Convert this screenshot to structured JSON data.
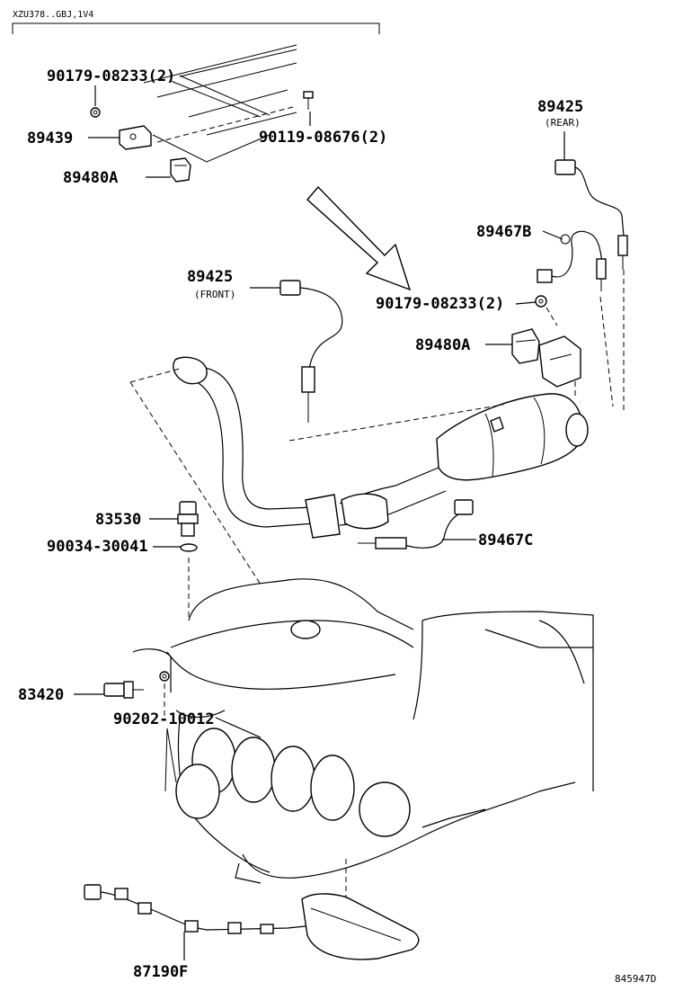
{
  "header": {
    "code": "XZU378..GBJ,1V4"
  },
  "footer": {
    "illustration_id": "845947D"
  },
  "callouts": {
    "c1": {
      "part": "90179-08233(2)"
    },
    "c2": {
      "part": "89439"
    },
    "c3": {
      "part": "89480A"
    },
    "c4": {
      "part": "90119-08676(2)"
    },
    "c5": {
      "part": "89425",
      "note": "(REAR)"
    },
    "c6": {
      "part": "89467B"
    },
    "c7": {
      "part": "89425",
      "note": "(FRONT)"
    },
    "c8": {
      "part": "90179-08233(2)"
    },
    "c9": {
      "part": "89480A"
    },
    "c10": {
      "part": "83530"
    },
    "c11": {
      "part": "90034-30041"
    },
    "c12": {
      "part": "89467C"
    },
    "c13": {
      "part": "83420"
    },
    "c14": {
      "part": "90202-10012"
    },
    "c15": {
      "part": "87190F"
    }
  }
}
